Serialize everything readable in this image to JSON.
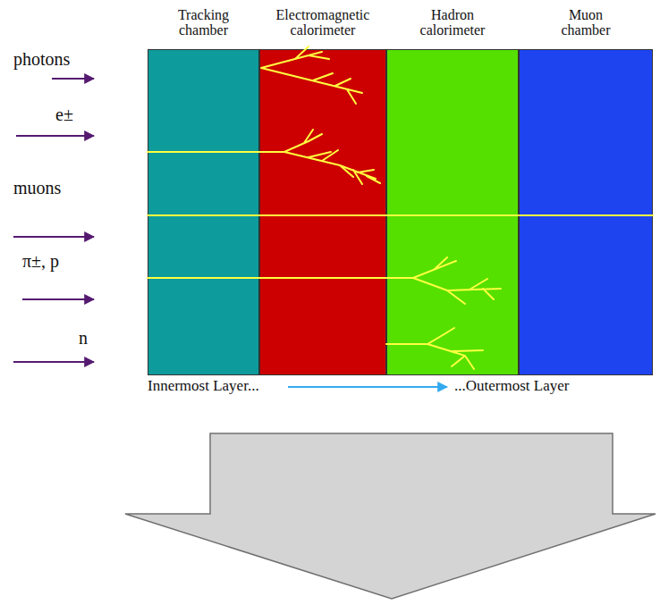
{
  "diagram": {
    "nodes": [
      {
        "text": [
          "Tracking chamber"
        ]
      },
      {
        "text": [
          "Electromagnetic calorimeter"
        ]
      },
      {
        "text": [
          "Hadron calorimeter"
        ]
      },
      {
        "text": [
          "Muon chamber"
        ]
      }
    ],
    "labels": [
      "photons",
      "e±",
      "muons",
      "π±, p",
      "n",
      "Innermost Layer...",
      "...Outermost Layer"
    ]
  }
}
